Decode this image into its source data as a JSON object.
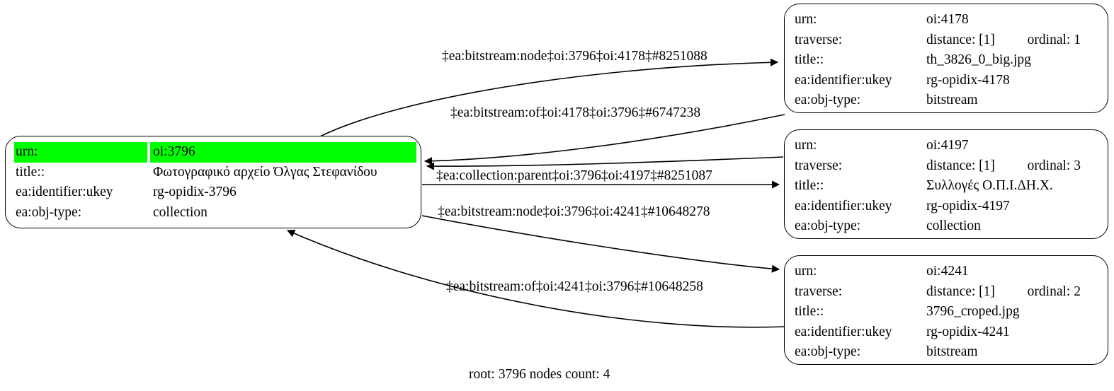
{
  "graph": {
    "caption": "root: 3796 nodes count: 4",
    "highlight_color": "#00FF00",
    "background": "#FFFFFF",
    "line_color": "#000000"
  },
  "nodes": {
    "root": {
      "id": "oi:3796",
      "highlighted_row": 0,
      "rows": [
        {
          "key": "urn:",
          "value": "oi:3796"
        },
        {
          "key": "title::",
          "value": "Φωτογραφικό αρχείο Όλγας Στεφανίδου"
        },
        {
          "key": "ea:identifier:ukey",
          "value": "rg-opidix-3796"
        },
        {
          "key": "ea:obj-type:",
          "value": "collection"
        }
      ]
    },
    "n4178": {
      "id": "oi:4178",
      "rows": [
        {
          "key": "urn:",
          "value": "oi:4178"
        },
        {
          "key": "traverse:",
          "value": "distance: [1]",
          "value2": "ordinal: 1"
        },
        {
          "key": "title::",
          "value": "th_3826_0_big.jpg"
        },
        {
          "key": "ea:identifier:ukey",
          "value": "rg-opidix-4178"
        },
        {
          "key": "ea:obj-type:",
          "value": "bitstream"
        }
      ]
    },
    "n4197": {
      "id": "oi:4197",
      "rows": [
        {
          "key": "urn:",
          "value": "oi:4197"
        },
        {
          "key": "traverse:",
          "value": "distance: [1]",
          "value2": "ordinal: 3"
        },
        {
          "key": "title::",
          "value": "Συλλογές Ο.Π.Ι.ΔΗ.Χ."
        },
        {
          "key": "ea:identifier:ukey",
          "value": "rg-opidix-4197"
        },
        {
          "key": "ea:obj-type:",
          "value": "collection"
        }
      ]
    },
    "n4241": {
      "id": "oi:4241",
      "rows": [
        {
          "key": "urn:",
          "value": "oi:4241"
        },
        {
          "key": "traverse:",
          "value": "distance: [1]",
          "value2": "ordinal: 2"
        },
        {
          "key": "title::",
          "value": "3796_croped.jpg"
        },
        {
          "key": "ea:identifier:ukey",
          "value": "rg-opidix-4241"
        },
        {
          "key": "ea:obj-type:",
          "value": "bitstream"
        }
      ]
    }
  },
  "edges": [
    {
      "label": "‡ea:bitstream:node‡oi:3796‡oi:4178‡#8251088",
      "from": "oi:3796",
      "to": "oi:4178"
    },
    {
      "label": "‡ea:bitstream:of‡oi:4178‡oi:3796‡#6747238",
      "from": "oi:4178",
      "to": "oi:3796"
    },
    {
      "label": "‡ea:collection:parent‡oi:3796‡oi:4197‡#8251087",
      "from": "oi:3796",
      "to": "oi:4197"
    },
    {
      "label": "‡ea:bitstream:node‡oi:3796‡oi:4241‡#10648278",
      "from": "oi:3796",
      "to": "oi:4241"
    },
    {
      "label": "‡ea:bitstream:of‡oi:4241‡oi:3796‡#10648258",
      "from": "oi:4241",
      "to": "oi:3796"
    }
  ]
}
